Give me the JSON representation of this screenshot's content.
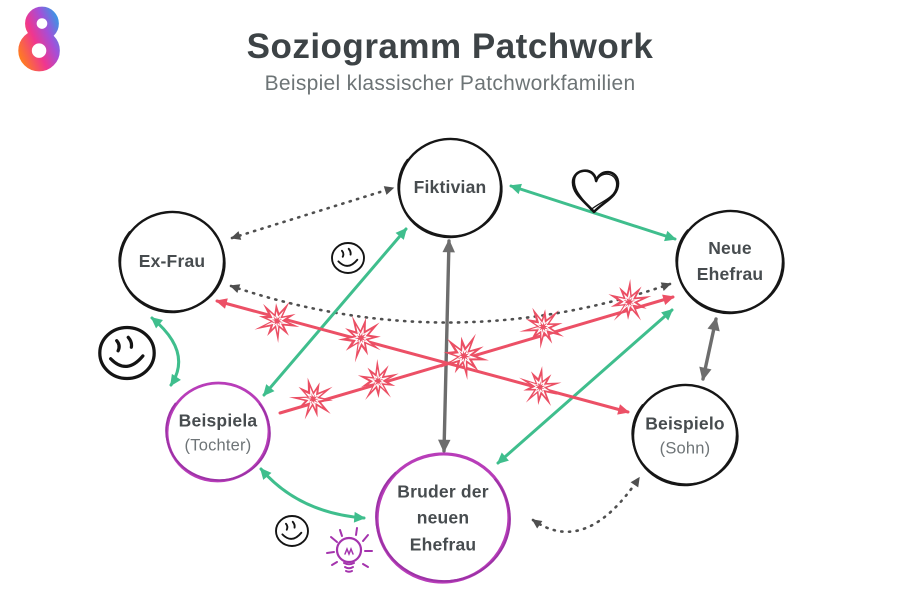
{
  "header": {
    "title": "Soziogramm Patchwork",
    "subtitle": "Beispiel klassischer Patchworkfamilien"
  },
  "nodes": {
    "fiktivian": {
      "label": "Fiktivian"
    },
    "ex_frau": {
      "label": "Ex-Frau"
    },
    "neue_ehefrau": {
      "line1": "Neue",
      "line2": "Ehefrau"
    },
    "beispiela": {
      "label": "Beispiela",
      "sub": "(Tochter)"
    },
    "beispielo": {
      "label": "Beispielo",
      "sub": "(Sohn)"
    },
    "bruder": {
      "line1": "Bruder der",
      "line2": "neuen",
      "line3": "Ehefrau"
    }
  },
  "relationships": [
    {
      "from": "Fiktivian",
      "to": "Ex-Frau",
      "style": "dotted-distant",
      "arrows": "both"
    },
    {
      "from": "Ex-Frau",
      "to": "Neue Ehefrau",
      "style": "dotted-distant",
      "arrows": "both"
    },
    {
      "from": "Beispielo",
      "to": "Bruder der neuen Ehefrau",
      "style": "dotted-distant",
      "arrows": "both"
    },
    {
      "from": "Fiktivian",
      "to": "Neue Ehefrau",
      "style": "green-positive",
      "arrows": "both"
    },
    {
      "from": "Fiktivian",
      "to": "Beispiela",
      "style": "green-positive",
      "arrows": "both"
    },
    {
      "from": "Ex-Frau",
      "to": "Beispiela",
      "style": "green-positive",
      "arrows": "both"
    },
    {
      "from": "Neue Ehefrau",
      "to": "Bruder der neuen Ehefrau",
      "style": "green-positive",
      "arrows": "both"
    },
    {
      "from": "Beispiela",
      "to": "Bruder der neuen Ehefrau",
      "style": "green-positive",
      "arrows": "both"
    },
    {
      "from": "Ex-Frau",
      "to": "Beispielo",
      "style": "red-conflict",
      "arrows": "both"
    },
    {
      "from": "Beispiela",
      "to": "Neue Ehefrau",
      "style": "red-conflict",
      "arrows": "to"
    },
    {
      "from": "Fiktivian",
      "to": "Bruder der neuen Ehefrau",
      "style": "gray-neutral",
      "arrows": "both"
    },
    {
      "from": "Neue Ehefrau",
      "to": "Beispielo",
      "style": "gray-neutral",
      "arrows": "both"
    }
  ],
  "decorations": [
    "heart-doodle",
    "smiley-left",
    "smiley-center",
    "smiley-bottom",
    "lightbulb-doodle"
  ],
  "colors": {
    "positive_green": "#3fbe8d",
    "conflict_red": "#ec5066",
    "neutral_gray": "#6d6d6d",
    "dotted_gray": "#4f4f4f",
    "purple_node": "#b83db9",
    "black_node": "#161616",
    "title_text": "#3d4346",
    "subtitle_text": "#6d7476"
  }
}
